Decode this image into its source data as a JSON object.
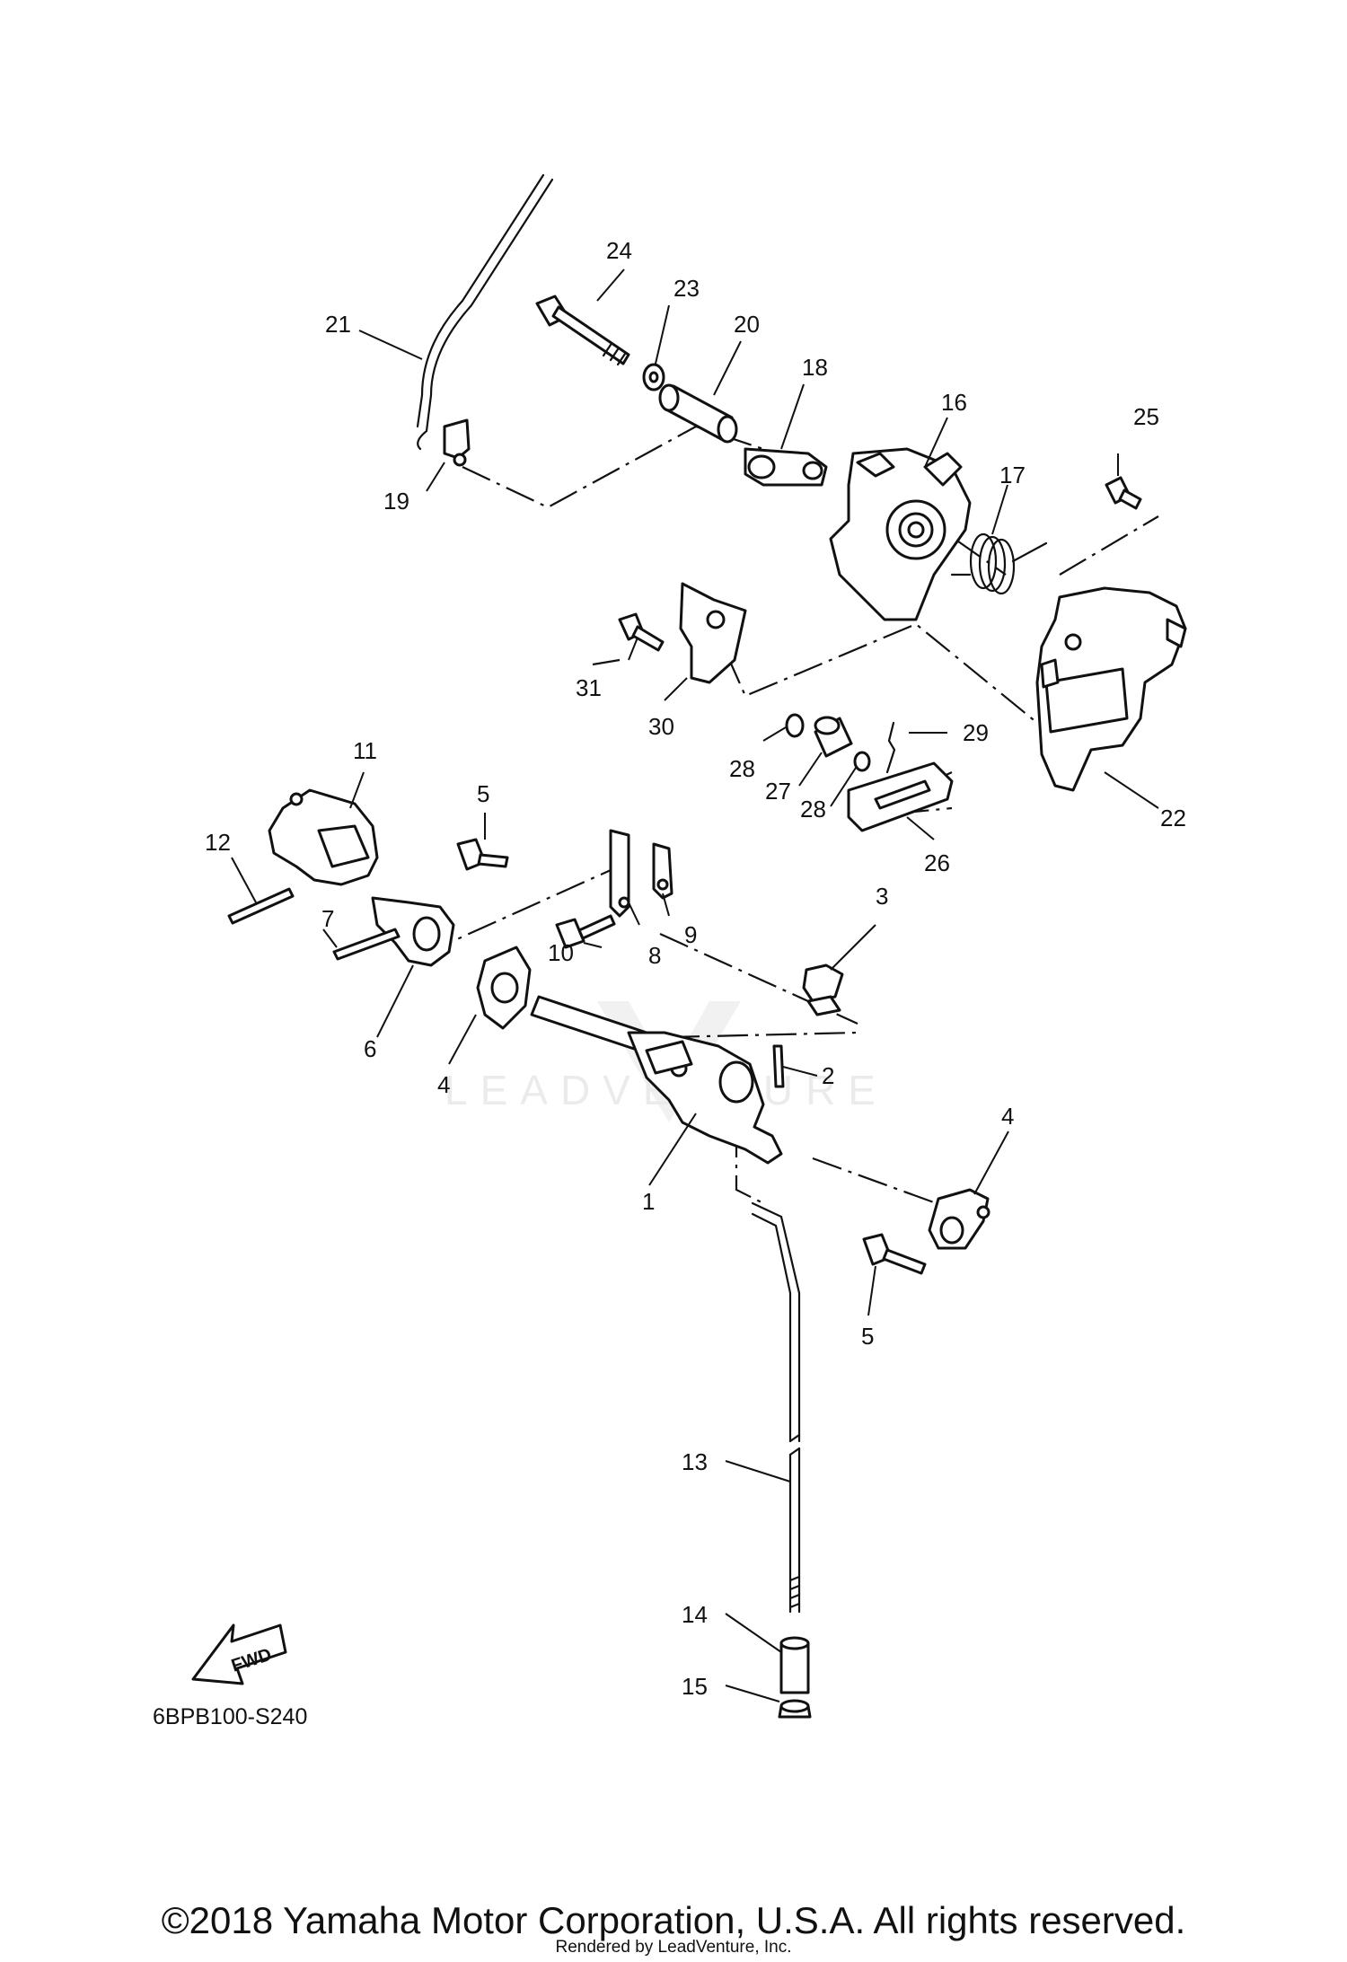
{
  "callouts": {
    "c1": "1",
    "c2": "2",
    "c3": "3",
    "c4a": "4",
    "c4b": "4",
    "c5a": "5",
    "c5b": "5",
    "c6": "6",
    "c7": "7",
    "c8": "8",
    "c9": "9",
    "c10": "10",
    "c11": "11",
    "c12": "12",
    "c13": "13",
    "c14": "14",
    "c15": "15",
    "c16": "16",
    "c17": "17",
    "c18": "18",
    "c19": "19",
    "c20": "20",
    "c21": "21",
    "c22": "22",
    "c23": "23",
    "c24": "24",
    "c25": "25",
    "c26": "26",
    "c27": "27",
    "c28a": "28",
    "c28b": "28",
    "c29": "29",
    "c30": "30",
    "c31": "31"
  },
  "fwd_label": "FWD",
  "diagram_code": "6BPB100-S240",
  "watermark": "LEADVENTURE",
  "copyright": "©2018 Yamaha Motor Corporation, U.S.A. All rights reserved.",
  "rendered_by": "Rendered by LeadVenture, Inc."
}
